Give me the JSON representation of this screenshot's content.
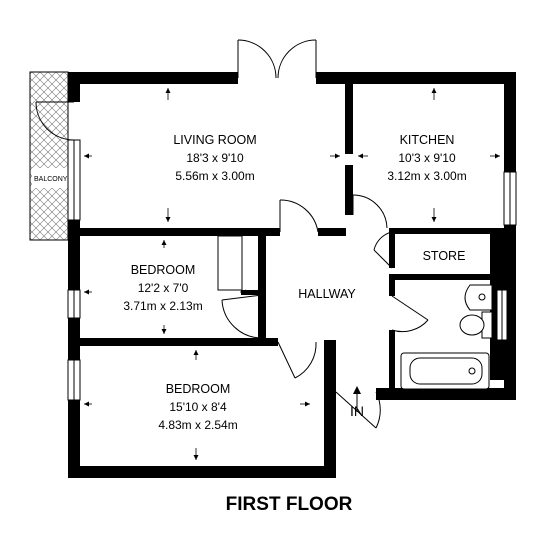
{
  "title": "FIRST FLOOR",
  "balcony": {
    "label": "BALCONY"
  },
  "rooms": {
    "living": {
      "name": "LIVING ROOM",
      "dim_imperial": "18'3 x 9'10",
      "dim_metric": "5.56m x 3.00m"
    },
    "kitchen": {
      "name": "KITCHEN",
      "dim_imperial": "10'3 x 9'10",
      "dim_metric": "3.12m x 3.00m"
    },
    "bedroom1": {
      "name": "BEDROOM",
      "dim_imperial": "12'2 x 7'0",
      "dim_metric": "3.71m x 2.13m"
    },
    "bedroom2": {
      "name": "BEDROOM",
      "dim_imperial": "15'10 x 8'4",
      "dim_metric": "4.83m x 2.54m"
    },
    "hallway": {
      "name": "HALLWAY"
    },
    "store": {
      "name": "STORE"
    }
  },
  "entrance": {
    "label": "IN"
  },
  "colors": {
    "wall": "#000000",
    "background": "#ffffff"
  }
}
